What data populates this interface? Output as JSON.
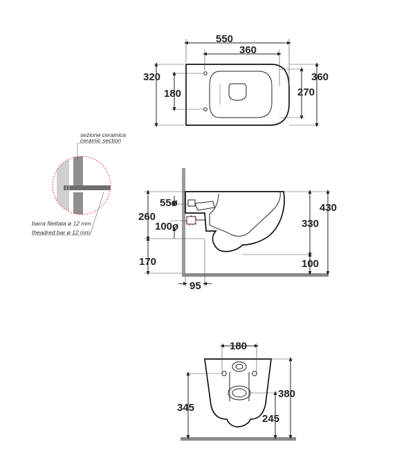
{
  "colors": {
    "ink": "#222222",
    "wall": "#9a9a9a",
    "floor": "#8a8a8a",
    "highlight": "#e0303a"
  },
  "top_view": {
    "width_total": "550",
    "width_inner": "360",
    "height_left": "320",
    "height_inner_left": "180",
    "height_inner_right": "270",
    "height_right": "360"
  },
  "detail": {
    "label_section_it": "sezione ceramica",
    "label_section_en": "ceramic section",
    "label_bar_it": "barra filettata ø 12 mm",
    "label_bar_en": "theadred bar ø 12 mm"
  },
  "side_view": {
    "d_55": "55ø",
    "d_100": "100ø",
    "d_260": "260",
    "d_170": "170",
    "d_95": "95",
    "d_430": "430",
    "d_330": "330",
    "d_100_right": "100"
  },
  "front_view": {
    "d_180": "180",
    "d_345": "345",
    "d_380": "380",
    "d_245": "245"
  }
}
